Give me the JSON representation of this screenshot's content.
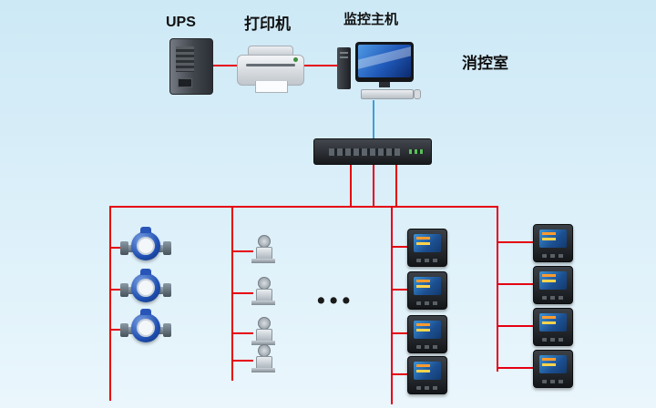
{
  "labels": {
    "ups": "UPS",
    "printer": "打印机",
    "monitor_host": "监控主机",
    "control_room": "消控室",
    "ellipsis": "•••"
  },
  "colors": {
    "line_red": "#e60012",
    "line_blue": "#3f9ed8",
    "bg_top": "#cde9f6",
    "bg_bottom": "#eaf6fc"
  }
}
